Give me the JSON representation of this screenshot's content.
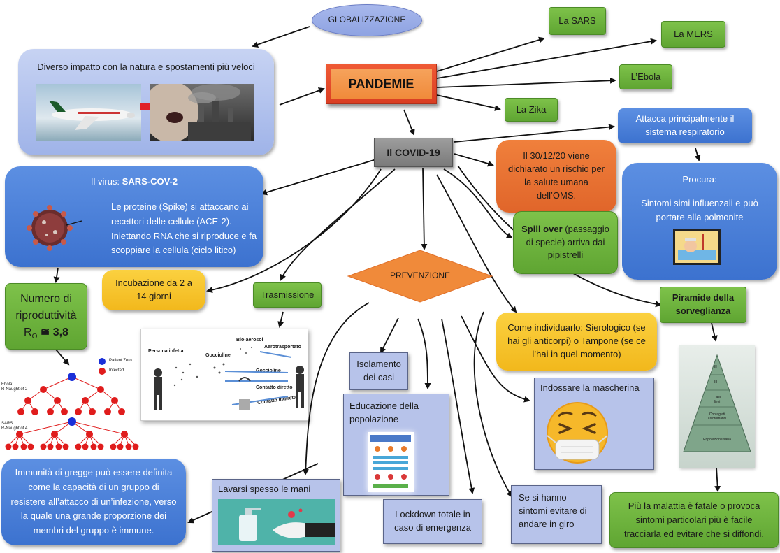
{
  "nodes": {
    "globalizzazione": "GLOBALIZZAZIONE",
    "pandemie": "PANDEMIE",
    "sars": "La SARS",
    "mers": "La MERS",
    "ebola": "L’Ebola",
    "zika": "La Zika",
    "impatto": "Diverso impatto con la natura e spostamenti più veloci",
    "covid": "Il COVID-19",
    "attacca": "Attacca principalmente il sistema respiratorio",
    "oms": "Il 30/12/20 viene dichiarato un rischio per la salute umana dell’OMS.",
    "procura_title": "Procura:",
    "procura_text": "Sintomi simi influenzali e può portare alla polmonite",
    "virus_prefix": "Il virus: ",
    "virus_name": "SARS-COV-2",
    "virus_text": "Le proteine (Spike) si attaccano ai recettori delle cellule (ACE-2). Iniettando RNA che si riproduce e fa scoppiare la cellula (ciclo litico)",
    "spill_bold": "Spill over",
    "spill_rest": " (passaggio di specie) arriva dai pipistrelli",
    "prevenzione": "PREVENZIONE",
    "incubazione": "Incubazione da 2 a 14 giorni",
    "trasmissione": "Trasmissione",
    "numero_line1": "Numero di riproduttività",
    "numero_line2_r": "R",
    "numero_line2_sub": "O",
    "numero_line2_rest": " ≅ 3,8",
    "piramide": "Piramide della sorveglianza",
    "individuarlo": "Come individuarlo: Sierologico (se hai gli anticorpi) o Tampone (se ce l’hai in quel momento)",
    "isolamento": "Isolamento dei casi",
    "educazione": "Educazione della popolazione",
    "mascherina": "Indossare la mascherina",
    "immunita": "Immunità di gregge può essere definita come la capacità di un gruppo di resistere all’attacco di un’infezione, verso la quale una grande proporzione dei membri del gruppo è immune.",
    "lavarsi": "Lavarsi spesso le mani",
    "lockdown": "Lockdown totale in caso di emergenza",
    "sintomi": "Se si hanno sintomi evitare di andare in giro",
    "fatale": "Più la malattia è fatale o provoca sintomi particolari più è facile tracciarla ed evitare che si diffondi."
  },
  "trasmissione_img": {
    "persona": "Persona infetta",
    "bioaerosol": "Bio-aerosol",
    "aerotrasportato": "Aerotrasportato",
    "goccioline1": "Goccioline",
    "goccioline2": "Goccioline",
    "diretto": "Contatto diretto",
    "indiretto": "Contatto indiretto"
  },
  "tree_img": {
    "legend_zero": "Patient Zero",
    "legend_infected": "Infected",
    "ebola_label": "Ebola:",
    "ebola_r": "R-Naught of 2",
    "sars_label": "SARS",
    "sars_r": "R-Naught of 4"
  },
  "pyramid_img": {
    "l1": "Ill",
    "l2": "III",
    "l3": "Casi lievi",
    "l4": "Contagiati asintomatici",
    "l5": "Popolazione sana"
  },
  "colors": {
    "green": "#6bb23b",
    "blue": "#4a80d9",
    "orange": "#e9722f",
    "yellow": "#f7c52a",
    "lavender": "#b7c3ea",
    "pandemie_red": "#e8472d"
  }
}
